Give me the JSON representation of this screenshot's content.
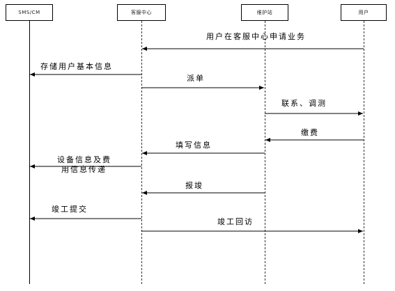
{
  "actors": [
    {
      "id": "sms",
      "label": "SMS/CM"
    },
    {
      "id": "kefu",
      "label": "客服中心"
    },
    {
      "id": "weihu",
      "label": "维护站"
    },
    {
      "id": "user",
      "label": "用户"
    }
  ],
  "messages": [
    {
      "id": "m1",
      "from": "user",
      "to": "kefu",
      "label": "用户在客服中心申请业务"
    },
    {
      "id": "m2",
      "from": "kefu",
      "to": "sms",
      "label": "存储用户基本信息"
    },
    {
      "id": "m3",
      "from": "kefu",
      "to": "weihu",
      "label": "派单"
    },
    {
      "id": "m4",
      "from": "weihu",
      "to": "user",
      "label": "联系、调测"
    },
    {
      "id": "m5",
      "from": "user",
      "to": "weihu",
      "label": "缴费"
    },
    {
      "id": "m6",
      "from": "weihu",
      "to": "kefu",
      "label": "填写信息"
    },
    {
      "id": "m7",
      "from": "kefu",
      "to": "sms",
      "label": "设备信息及费",
      "label2": "用信息传递"
    },
    {
      "id": "m8",
      "from": "weihu",
      "to": "kefu",
      "label": "报竣"
    },
    {
      "id": "m9",
      "from": "kefu",
      "to": "sms",
      "label": "竣工提交"
    },
    {
      "id": "m10",
      "from": "kefu",
      "to": "user",
      "label": "竣工回访"
    }
  ]
}
